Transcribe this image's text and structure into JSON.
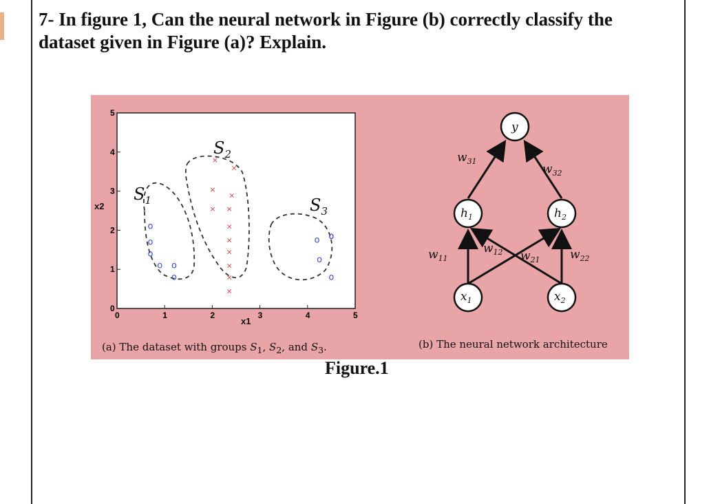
{
  "question": {
    "text": "7- In figure 1, Can the neural network in Figure (b) correctly classify the dataset given in Figure (a)? Explain."
  },
  "figure": {
    "caption": "Figure.1",
    "subcaption_a": {
      "prefix": "(a) The dataset with groups",
      "s1": "S",
      "s1_sub": "1",
      "s2": "S",
      "s2_sub": "2",
      "and": "and",
      "s3": "S",
      "s3_sub": "3",
      "end": "."
    },
    "subcaption_b": "(b) The neural network architecture"
  },
  "scatter": {
    "xlabel": "x1",
    "ylabel": "x2",
    "xticks": [
      "0",
      "1",
      "2",
      "3",
      "4",
      "5"
    ],
    "yticks": [
      "0",
      "1",
      "2",
      "3",
      "4",
      "5"
    ],
    "group_labels": [
      {
        "base": "S",
        "sub": "1"
      },
      {
        "base": "S",
        "sub": "2"
      },
      {
        "base": "S",
        "sub": "3"
      }
    ],
    "circle_marker": "o",
    "cross_marker": "×",
    "circle_color": "#3a4fd0",
    "cross_color": "#d64040"
  },
  "chart_data": {
    "type": "scatter",
    "xlabel": "x1",
    "ylabel": "x2",
    "xlim": [
      0,
      5
    ],
    "ylim": [
      0,
      5
    ],
    "grid": false,
    "series": [
      {
        "marker": "circle",
        "color": "#3a4fd0",
        "x": [
          0.7,
          0.7,
          0.7,
          0.9,
          1.2,
          1.2,
          4.5,
          4.5
        ],
        "y": [
          2.1,
          1.7,
          1.4,
          1.1,
          1.1,
          0.8,
          1.85,
          0.8
        ]
      },
      {
        "marker": "circle",
        "color": "#3a4fd0",
        "x": [
          4.5,
          4.2,
          4.25
        ],
        "y": [
          1.85,
          1.75,
          1.25
        ]
      },
      {
        "marker": "cross",
        "color": "#d64040",
        "x": [
          2.05,
          2.45,
          2.0,
          2.4,
          2.0,
          2.35,
          2.35,
          2.35,
          2.35,
          2.35,
          2.35,
          2.35
        ],
        "y": [
          3.8,
          3.6,
          3.05,
          2.9,
          2.55,
          2.55,
          2.1,
          1.75,
          1.45,
          1.1,
          0.8,
          0.45
        ]
      }
    ]
  },
  "network": {
    "nodes": {
      "y": {
        "base": "y",
        "sub": ""
      },
      "h1": {
        "base": "h",
        "sub": "1"
      },
      "h2": {
        "base": "h",
        "sub": "2"
      },
      "x1": {
        "base": "x",
        "sub": "1"
      },
      "x2": {
        "base": "x",
        "sub": "2"
      }
    },
    "weights": {
      "w31": {
        "base": "w",
        "sub": "31"
      },
      "w32": {
        "base": "w",
        "sub": "32"
      },
      "w11": {
        "base": "w",
        "sub": "11"
      },
      "w12": {
        "base": "w",
        "sub": "12"
      },
      "w21": {
        "base": "w",
        "sub": "21"
      },
      "w22": {
        "base": "w",
        "sub": "22"
      }
    }
  }
}
